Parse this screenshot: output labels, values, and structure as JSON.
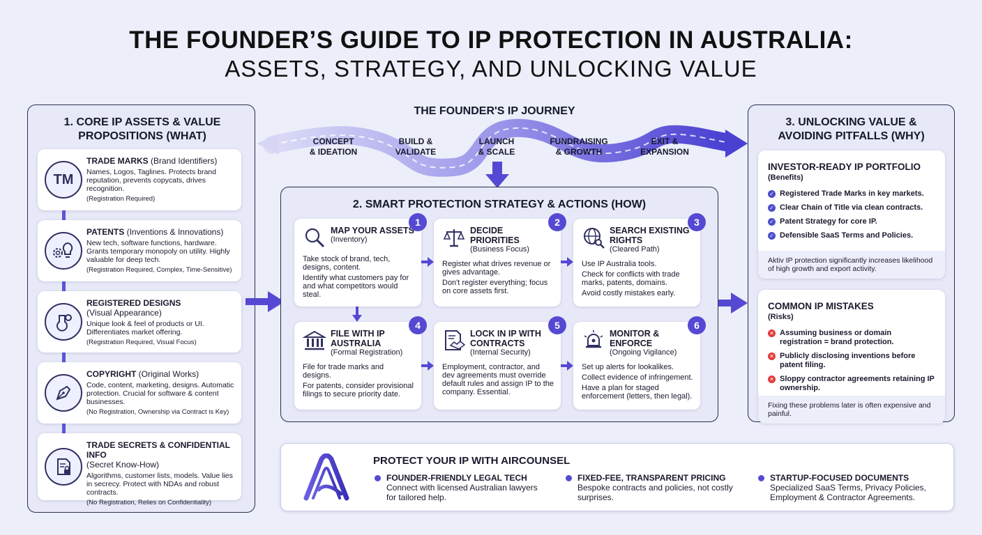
{
  "title": {
    "line1": "THE FOUNDER’S GUIDE TO IP PROTECTION IN AUSTRALIA:",
    "line2": "ASSETS, STRATEGY, AND UNLOCKING VALUE"
  },
  "colors": {
    "accent": "#5549d3",
    "spine": "#5b55d8",
    "success": "#4b4fc9",
    "danger": "#e03a3a"
  },
  "assets": {
    "heading": "1. CORE IP ASSETS & VALUE PROPOSITIONS (WHAT)",
    "items": [
      {
        "icon": "trademark-icon",
        "icon_text": "TM",
        "title": "TRADE MARKS",
        "title_paren": " (Brand Identifiers)",
        "desc": "Names, Logos, Taglines. Protects brand reputation, prevents copycats, drives recognition.",
        "note": "(Registration Required)"
      },
      {
        "icon": "lightbulb-gear-icon",
        "title": "PATENTS",
        "title_paren": " (Inventions & Innovations)",
        "desc": "New tech, software functions, hardware. Grants temporary monopoly on utility. Highly valuable for deep tech.",
        "note": "(Registration Required, Complex, Time-Sensitive)"
      },
      {
        "icon": "product-shape-icon",
        "title": "REGISTERED DESIGNS",
        "title_paren": "(Visual Appearance)",
        "desc": "Unique look & feel of products or UI. Differentiates market offering.",
        "note": "(Registration Required, Visual Focus)"
      },
      {
        "icon": "pen-nib-icon",
        "title": "COPYRIGHT",
        "title_paren": " (Original Works)",
        "desc": "Code, content, marketing, designs. Automatic protection. Crucial for software & content businesses.",
        "note": "(No Registration, Ownership via Contract is Key)"
      },
      {
        "icon": "locked-document-icon",
        "title": "TRADE SECRETS & CONFIDENTIAL INFO",
        "title_paren": "(Secret Know-How)",
        "desc": "Algorithms, customer lists, models. Value lies in secrecy. Protect with NDAs and robust contracts.",
        "note": "(No Registration, Relies on Confidentiality)"
      }
    ]
  },
  "journey": {
    "heading": "THE FOUNDER'S IP JOURNEY",
    "stages": [
      {
        "l1": "CONCEPT",
        "l2": "& IDEATION"
      },
      {
        "l1": "BUILD &",
        "l2": "VALIDATE"
      },
      {
        "l1": "LAUNCH",
        "l2": "& SCALE"
      },
      {
        "l1": "FUNDRAISING",
        "l2": "& GROWTH"
      },
      {
        "l1": "EXIT &",
        "l2": "EXPANSION"
      }
    ]
  },
  "strategy": {
    "heading": "2. SMART PROTECTION STRATEGY & ACTIONS (HOW)",
    "steps": [
      {
        "num": "1",
        "icon": "magnifier-icon",
        "title": "MAP YOUR ASSETS",
        "sub": "(Inventory)",
        "body": [
          "Take stock of brand, tech, designs, content.",
          "Identify what customers pay for and what competitors would steal."
        ]
      },
      {
        "num": "2",
        "icon": "scales-icon",
        "title": "DECIDE PRIORITIES",
        "sub": "(Business Focus)",
        "body": [
          "Register what drives revenue or gives advantage.",
          "Don't register everything; focus on core assets first."
        ]
      },
      {
        "num": "3",
        "icon": "globe-search-icon",
        "title": "SEARCH EXISTING RIGHTS",
        "sub": "(Cleared Path)",
        "body": [
          "Use IP Australia tools.",
          "Check for conflicts with trade marks, patents, domains.",
          "Avoid costly mistakes early."
        ]
      },
      {
        "num": "4",
        "icon": "government-building-icon",
        "title": "FILE WITH IP AUSTRALIA",
        "sub": "(Formal Registration)",
        "body": [
          "File for trade marks and designs.",
          "For patents, consider provisional filings to secure priority date."
        ]
      },
      {
        "num": "5",
        "icon": "contract-handshake-icon",
        "title": "LOCK IN IP WITH CONTRACTS",
        "sub": "(Internal Security)",
        "body": [
          "Employment, contractor, and dev agreements must override default rules and assign IP to the company. Essential."
        ]
      },
      {
        "num": "6",
        "icon": "alarm-bell-icon",
        "title": "MONITOR & ENFORCE",
        "sub": "(Ongoing Vigilance)",
        "body": [
          "Set up alerts for lookalikes.",
          "Collect evidence of infringement.",
          "Have a plan for staged enforcement (letters, then legal)."
        ]
      }
    ]
  },
  "value": {
    "heading": "3. UNLOCKING VALUE & AVOIDING PITFALLS (WHY)",
    "portfolio": {
      "title": "INVESTOR-READY IP PORTFOLIO",
      "sub": "(Benefits)",
      "items": [
        "Registered Trade Marks in key markets.",
        "Clear Chain of Title via clean contracts.",
        "Patent Strategy for core IP.",
        "Defensible SaaS Terms and Policies."
      ],
      "note": "Aktiv IP protection significantly increases likelihood of high growth and export activity."
    },
    "mistakes": {
      "title": "COMMON IP MISTAKES",
      "sub": "(Risks)",
      "items": [
        "Assuming business or domain registration = brand protection.",
        "Publicly disclosing inventions before patent filing.",
        "Sloppy contractor agreements retaining IP ownership."
      ],
      "note": "Fixing these problems later is often expensive and painful."
    }
  },
  "footer": {
    "heading": "PROTECT YOUR IP WITH AIRCOUNSEL",
    "items": [
      {
        "title": "FOUNDER-FRIENDLY LEGAL TECH",
        "desc": "Connect with licensed Australian lawyers for tailored help."
      },
      {
        "title": "FIXED-FEE, TRANSPARENT PRICING",
        "desc": "Bespoke contracts and policies, not costly surprises."
      },
      {
        "title": "STARTUP-FOCUSED DOCUMENTS",
        "desc": "Specialized SaaS Terms, Privacy Policies, Employment & Contractor Agreements."
      }
    ]
  }
}
